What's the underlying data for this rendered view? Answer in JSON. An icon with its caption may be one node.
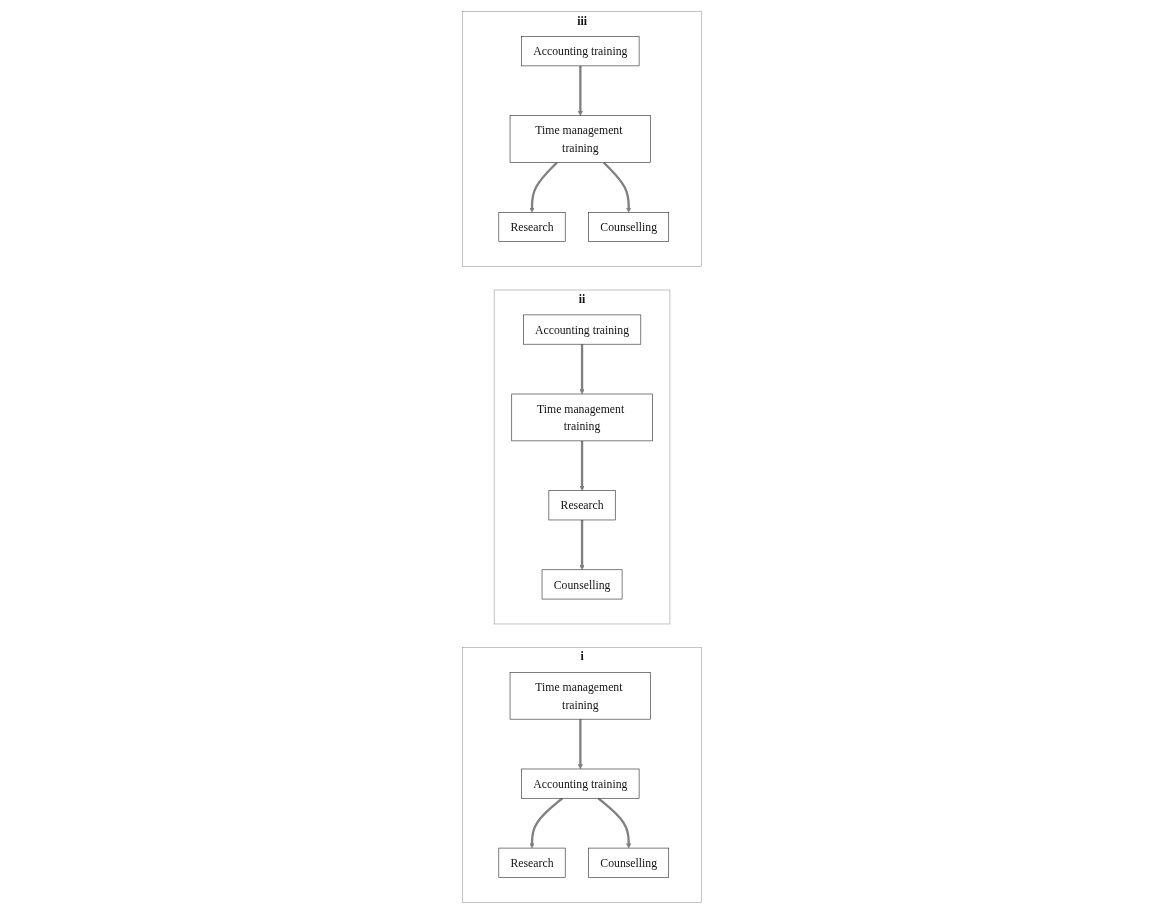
{
  "diagram": {
    "nodes": [
      {
        "text": [
          "i"
        ]
      },
      {
        "text": [
          "Time management training"
        ],
        "in": 0
      },
      {
        "text": [
          "Accounting training"
        ],
        "in": 0
      },
      {
        "text": [
          "Research"
        ],
        "in": 0
      },
      {
        "text": [
          "Counselling"
        ],
        "in": 0
      },
      {
        "text": [
          "ii"
        ]
      },
      {
        "text": [
          "Accounting training"
        ],
        "in": 5
      },
      {
        "text": [
          "Time management training"
        ],
        "in": 5
      },
      {
        "text": [
          "Research"
        ],
        "in": 5
      },
      {
        "text": [
          "Counselling"
        ],
        "in": 5
      },
      {
        "text": [
          "iii"
        ]
      },
      {
        "text": [
          "Accounting training"
        ],
        "in": 10
      },
      {
        "text": [
          "Time management training"
        ],
        "in": 10
      },
      {
        "text": [
          "Research"
        ],
        "in": 10
      },
      {
        "text": [
          "Counselling"
        ],
        "in": 10
      }
    ],
    "edges": [
      {
        "from": 1,
        "to": 2,
        "arrow": "to"
      },
      {
        "from": 2,
        "to": 3,
        "arrow": "to"
      },
      {
        "from": 2,
        "to": 4,
        "arrow": "to"
      },
      {
        "from": 6,
        "to": 7,
        "arrow": "to"
      },
      {
        "from": 7,
        "to": 8,
        "arrow": "to"
      },
      {
        "from": 8,
        "to": 9,
        "arrow": "to"
      },
      {
        "from": 11,
        "to": 12,
        "arrow": "to"
      },
      {
        "from": 12,
        "to": 13,
        "arrow": "to"
      },
      {
        "from": 12,
        "to": 14,
        "arrow": "to"
      }
    ]
  }
}
